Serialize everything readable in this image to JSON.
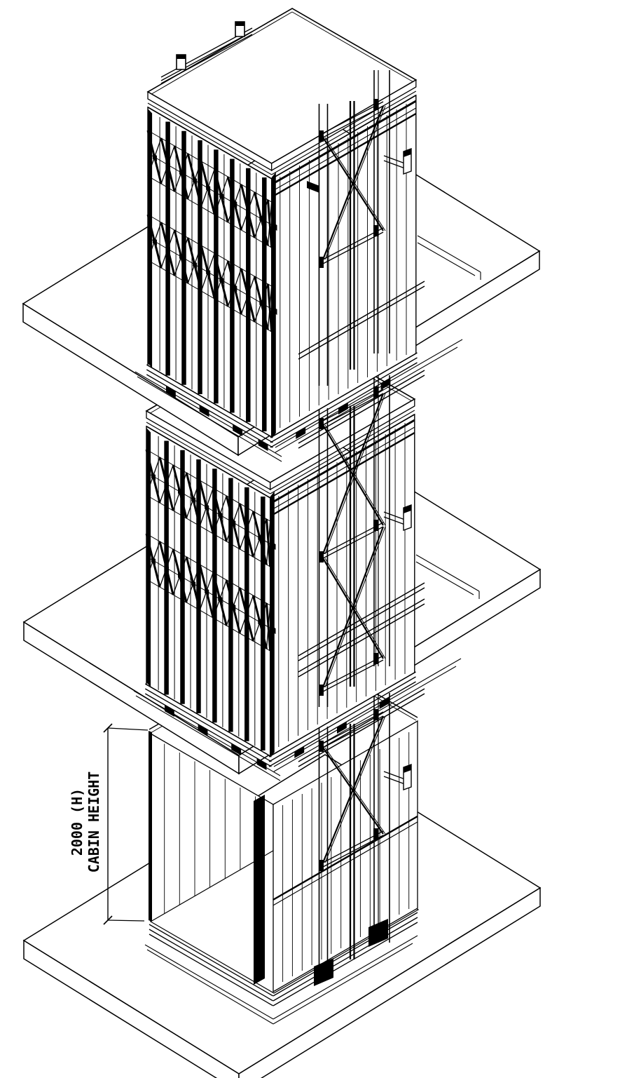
{
  "drawing": {
    "background": "#ffffff",
    "line_color": "#000000",
    "levels": 3,
    "dimension": {
      "line1": "2000 (H)",
      "line2": "CABIN HEIGHT"
    },
    "components": {
      "slab_count": 3,
      "cabin_top": "enclosed cabin with scissor gate",
      "cabin_middle": "enclosed cabin with scissor gate",
      "cabin_bottom": "open cabin interior",
      "mast": "lattice mast with X bracing"
    }
  }
}
